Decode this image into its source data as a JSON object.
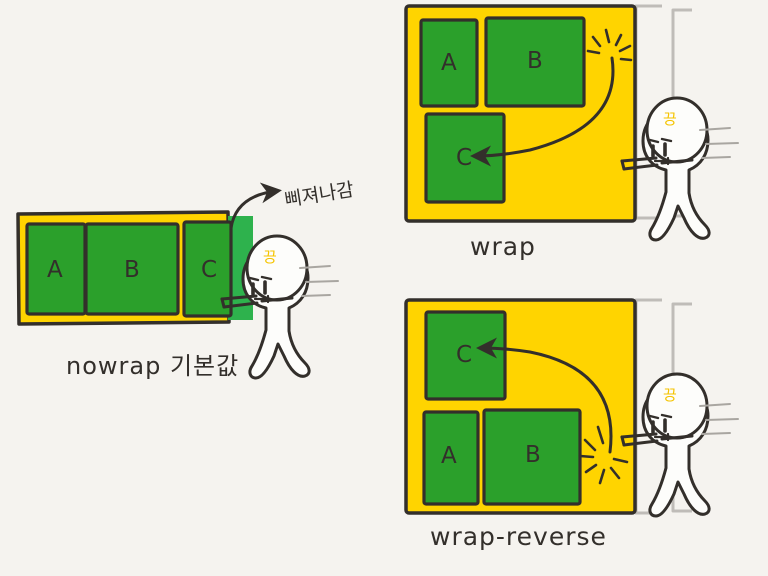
{
  "figure": {
    "title": "CSS flex-wrap illustration",
    "background_color": "#f5f3ef",
    "ink_color": "#332f2b",
    "container_color": "#ffd400",
    "item_color": "#2ba02b",
    "wall_color": "#bfbcb8",
    "effort_mark_color": "#f5c400"
  },
  "panels": {
    "nowrap": {
      "caption": "nowrap 기본값",
      "annotation": "삐져나감",
      "items": [
        "A",
        "B",
        "C"
      ],
      "overflow": true
    },
    "wrap": {
      "caption": "wrap",
      "items_row1": [
        "A",
        "B"
      ],
      "items_row2": [
        "C"
      ],
      "overflow": false
    },
    "wrap_reverse": {
      "caption": "wrap-reverse",
      "items_row1": [
        "C"
      ],
      "items_row2": [
        "A",
        "B"
      ],
      "overflow": false
    }
  },
  "labels": {
    "a": "A",
    "b": "B",
    "c": "C",
    "effort": "끙"
  }
}
